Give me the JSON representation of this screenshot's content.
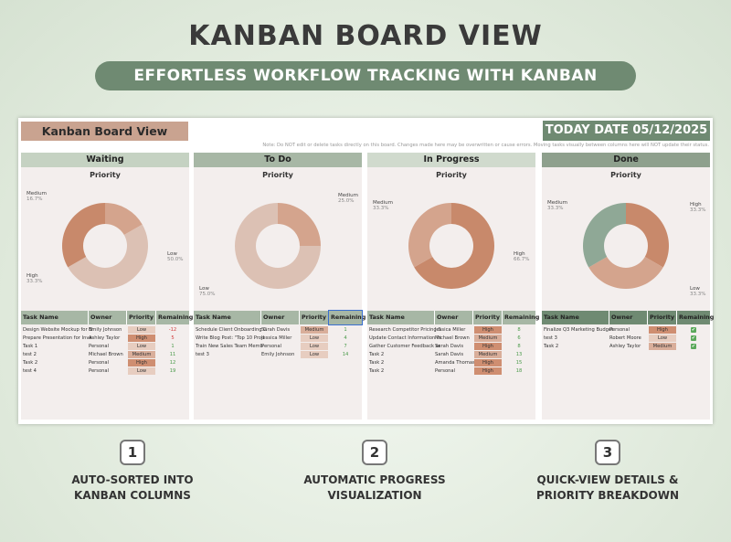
{
  "hero": {
    "title": "KANBAN BOARD VIEW",
    "subtitle": "EFFORTLESS WORKFLOW TRACKING WITH KANBAN"
  },
  "sheet": {
    "title": "Kanban Board View",
    "today": "TODAY DATE 05/12/2025",
    "note": "Note: Do NOT edit or delete tasks directly on this board. Changes made here may be overwritten or cause errors. Moving tasks visually between columns here will NOT update their status."
  },
  "table_headers": {
    "task": "Task Name",
    "owner": "Owner",
    "priority": "Priority",
    "remaining": "Remaining"
  },
  "colors": {
    "high": "#c98a6a",
    "medium": "#d8b4a1",
    "low": "#dcbfb1",
    "done_low": "#8fa896",
    "waiting_head": "#c5d2c2",
    "todo_head": "#a7b7a5",
    "progress_head": "#d0dacd",
    "done_head": "#8ea08d"
  },
  "columns": [
    {
      "name": "Waiting",
      "chart_title": "Priority",
      "chart_data": {
        "type": "pie",
        "slices": [
          {
            "label": "Medium",
            "pct": "16.7%",
            "value": 16.7,
            "color": "#d4a48d"
          },
          {
            "label": "Low",
            "pct": "50.0%",
            "value": 50,
            "color": "#dcc1b4"
          },
          {
            "label": "High",
            "pct": "33.3%",
            "value": 33.3,
            "color": "#c8896b"
          }
        ]
      },
      "labels": [
        {
          "name": "Medium",
          "pct": "16.7%"
        },
        {
          "name": "Low",
          "pct": "50.0%"
        },
        {
          "name": "High",
          "pct": "33.3%"
        }
      ],
      "tasks": [
        {
          "task": "Design Website Mockup for N",
          "owner": "Emily Johnson",
          "priority": "Low",
          "remaining": "-12"
        },
        {
          "task": "Prepare Presentation for Inve",
          "owner": "Ashley Taylor",
          "priority": "High",
          "remaining": "5"
        },
        {
          "task": "Task 1",
          "owner": "Personal",
          "priority": "Low",
          "remaining": "1"
        },
        {
          "task": "test 2",
          "owner": "Michael Brown",
          "priority": "Medium",
          "remaining": "11"
        },
        {
          "task": "Task 2",
          "owner": "Personal",
          "priority": "High",
          "remaining": "12"
        },
        {
          "task": "test 4",
          "owner": "Personal",
          "priority": "Low",
          "remaining": "19"
        }
      ]
    },
    {
      "name": "To Do",
      "chart_title": "Priority",
      "chart_data": {
        "type": "pie",
        "slices": [
          {
            "label": "Medium",
            "pct": "25.0%",
            "value": 25,
            "color": "#d4a48d"
          },
          {
            "label": "Low",
            "pct": "75.0%",
            "value": 75,
            "color": "#dcc1b4"
          }
        ]
      },
      "labels": [
        {
          "name": "Medium",
          "pct": "25.0%"
        },
        {
          "name": "Low",
          "pct": "75.0%"
        }
      ],
      "tasks": [
        {
          "task": "Schedule Client Onboarding C",
          "owner": "Sarah Davis",
          "priority": "Medium",
          "remaining": "1"
        },
        {
          "task": "Write Blog Post: \"Top 10 Prod",
          "owner": "Jessica Miller",
          "priority": "Low",
          "remaining": "4"
        },
        {
          "task": "Train New Sales Team Memb",
          "owner": "Personal",
          "priority": "Low",
          "remaining": "7"
        },
        {
          "task": "test 3",
          "owner": "Emily Johnson",
          "priority": "Low",
          "remaining": "14"
        }
      ]
    },
    {
      "name": "In Progress",
      "chart_title": "Priority",
      "chart_data": {
        "type": "pie",
        "slices": [
          {
            "label": "High",
            "pct": "66.7%",
            "value": 66.7,
            "color": "#c8896b"
          },
          {
            "label": "Medium",
            "pct": "33.3%",
            "value": 33.3,
            "color": "#d4a48d"
          }
        ]
      },
      "labels": [
        {
          "name": "Medium",
          "pct": "33.3%"
        },
        {
          "name": "High",
          "pct": "66.7%"
        }
      ],
      "tasks": [
        {
          "task": "Research Competitor Pricing S",
          "owner": "Jessica Miller",
          "priority": "High",
          "remaining": "8"
        },
        {
          "task": "Update Contact Information in",
          "owner": "Michael Brown",
          "priority": "Medium",
          "remaining": "6"
        },
        {
          "task": "Gather Customer Feedback or",
          "owner": "Sarah Davis",
          "priority": "High",
          "remaining": "8"
        },
        {
          "task": "Task 2",
          "owner": "Sarah Davis",
          "priority": "Medium",
          "remaining": "13"
        },
        {
          "task": "Task 2",
          "owner": "Amanda Thomas",
          "priority": "High",
          "remaining": "15"
        },
        {
          "task": "Task 2",
          "owner": "Personal",
          "priority": "High",
          "remaining": "18"
        }
      ]
    },
    {
      "name": "Done",
      "chart_title": "Priority",
      "chart_data": {
        "type": "pie",
        "slices": [
          {
            "label": "High",
            "pct": "33.3%",
            "value": 33.3,
            "color": "#c8896b"
          },
          {
            "label": "Medium",
            "pct": "33.3%",
            "value": 33.3,
            "color": "#d4a48d"
          },
          {
            "label": "Low",
            "pct": "33.3%",
            "value": 33.3,
            "color": "#8fa896"
          }
        ]
      },
      "labels": [
        {
          "name": "Medium",
          "pct": "33.3%"
        },
        {
          "name": "High",
          "pct": "33.3%"
        },
        {
          "name": "Low",
          "pct": "33.3%"
        }
      ],
      "tasks": [
        {
          "task": "Finalize Q3 Marketing Budget",
          "owner": "Personal",
          "priority": "High",
          "remaining": "✔"
        },
        {
          "task": "test 3",
          "owner": "Robert Moore",
          "priority": "Low",
          "remaining": "✔"
        },
        {
          "task": "Task 2",
          "owner": "Ashley Taylor",
          "priority": "Medium",
          "remaining": "✔"
        }
      ]
    }
  ],
  "steps": [
    {
      "num": "1",
      "line1": "AUTO-SORTED INTO",
      "line2": "KANBAN COLUMNS"
    },
    {
      "num": "2",
      "line1": "AUTOMATIC PROGRESS",
      "line2": "VISUALIZATION"
    },
    {
      "num": "3",
      "line1": "QUICK-VIEW DETAILS &",
      "line2": "PRIORITY BREAKDOWN"
    }
  ]
}
